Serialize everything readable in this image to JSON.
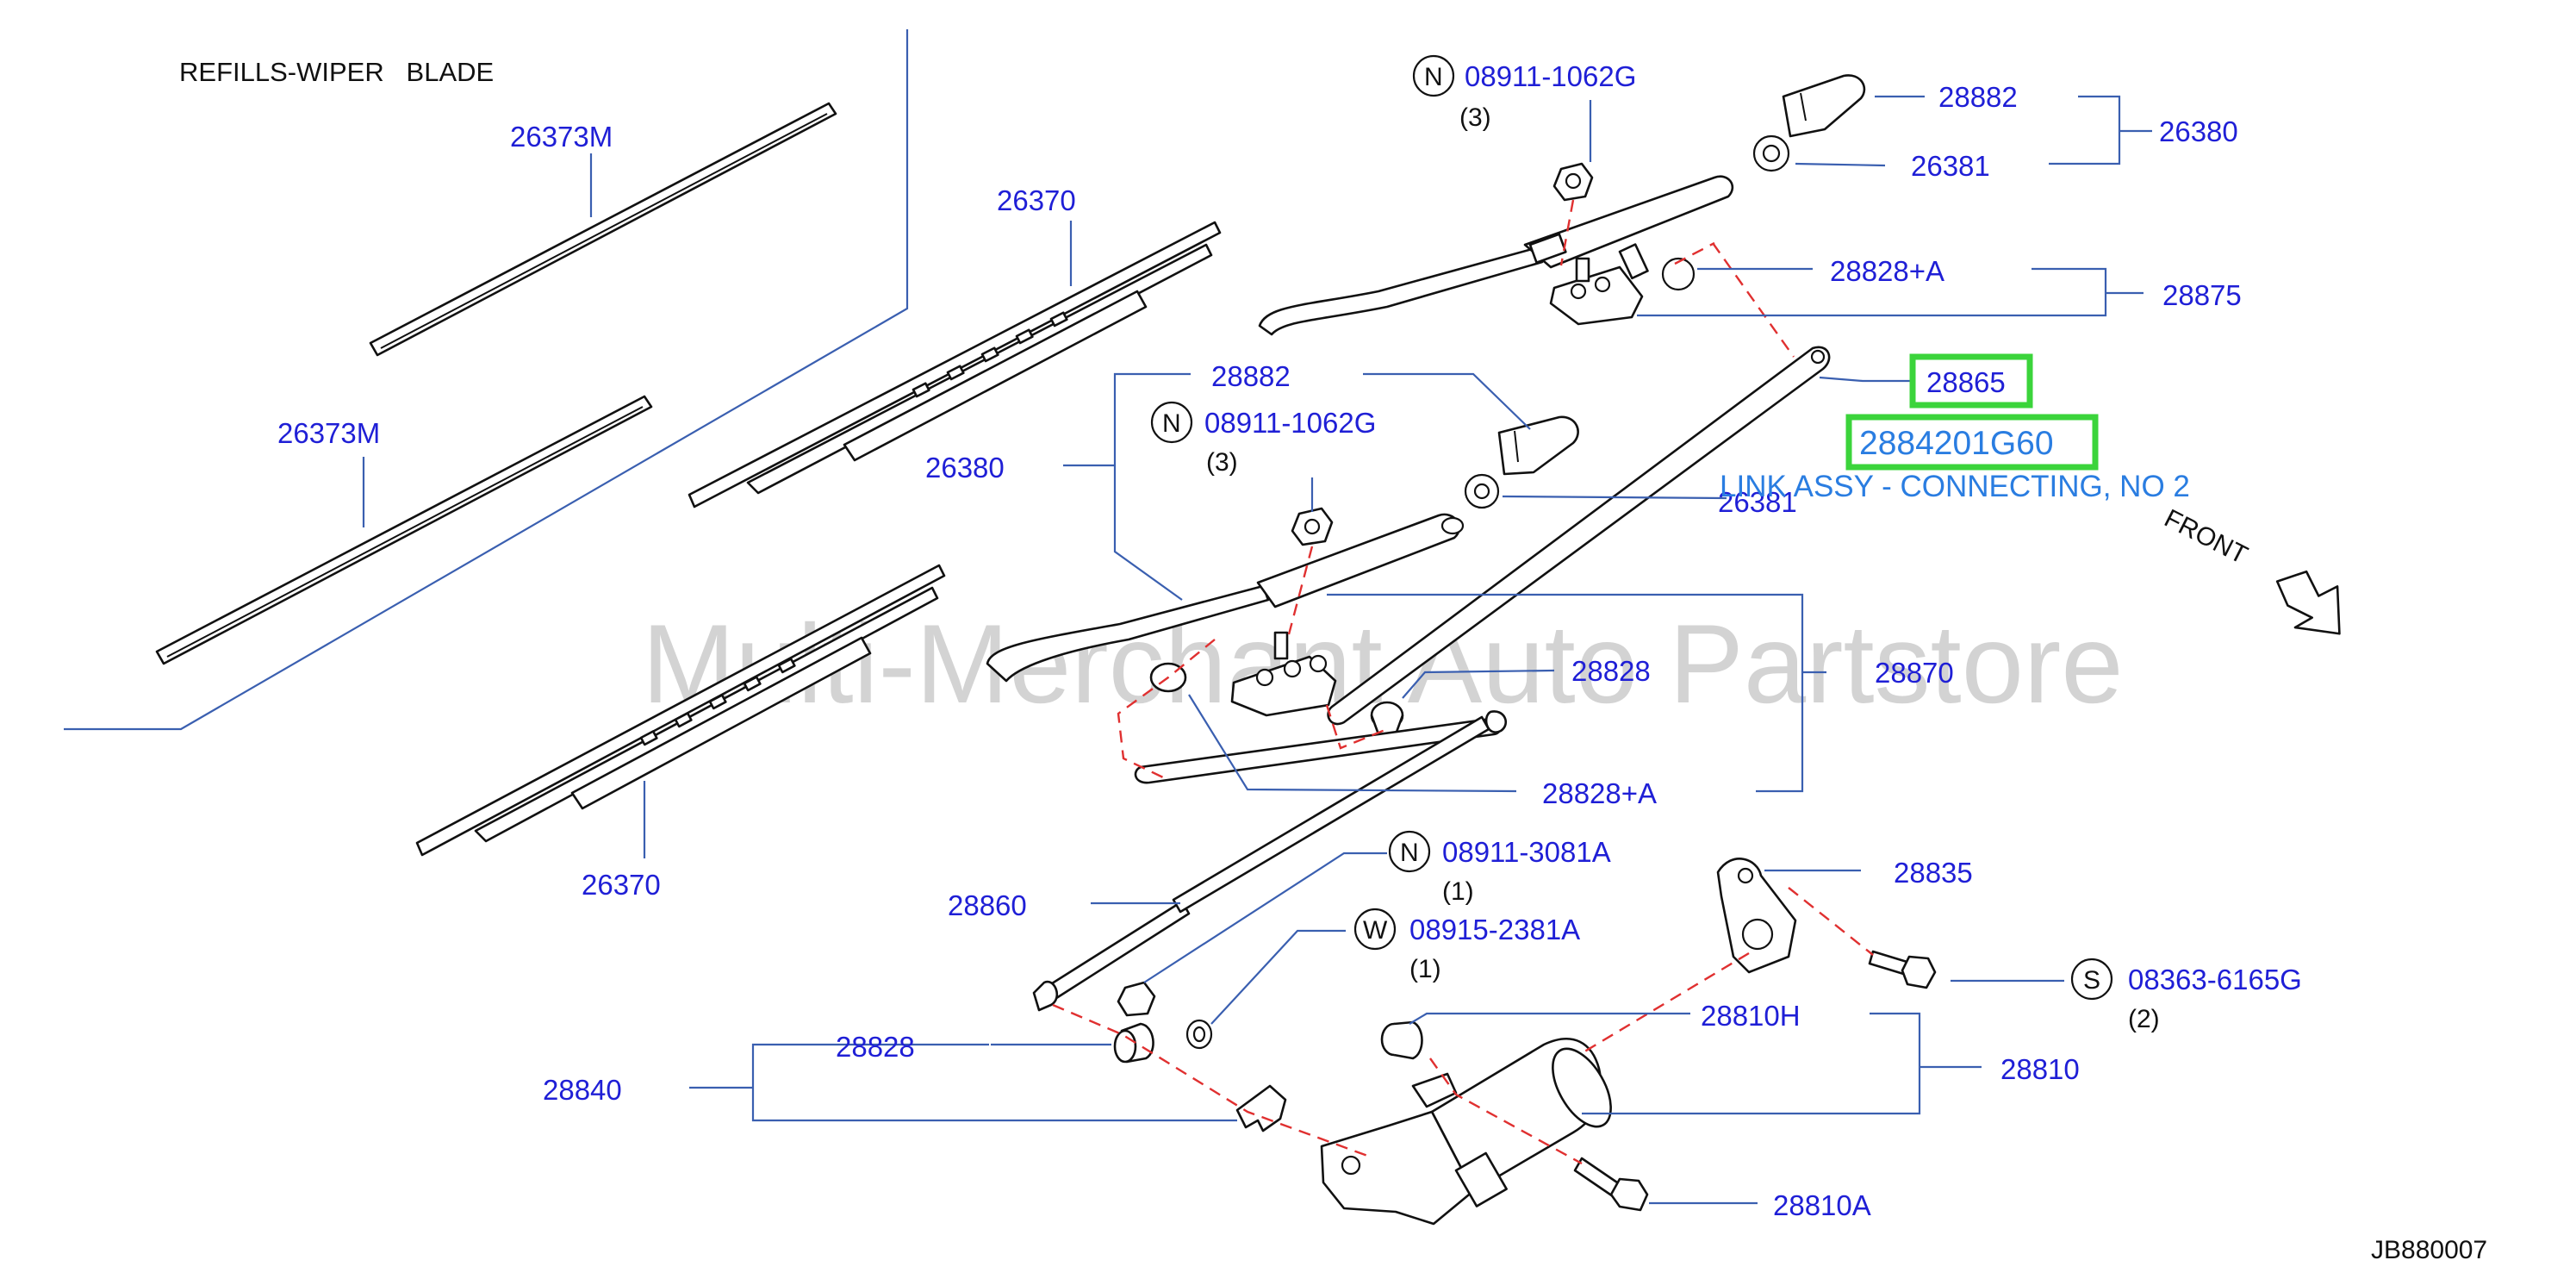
{
  "title": "REFILLS-WIPER   BLADE",
  "watermark": "Multi-Merchant Auto Partstore",
  "diagram_code": "JB880007",
  "front_label": "FRONT",
  "highlight": {
    "part": "28865",
    "part_number": "2884201G60",
    "description": "LINK ASSY - CONNECTING, NO 2"
  },
  "labels": {
    "r26373m_top": "26373M",
    "r26373m_mid": "26373M",
    "b26370_top": "26370",
    "b26370_bot": "26370",
    "p28882_top": "28882",
    "p26380_top": "26380",
    "p26381_top": "26381",
    "p28828a_top": "28828+A",
    "p28875": "28875",
    "p28882_mid": "28882",
    "p26380_mid": "26380",
    "p26381_mid": "26381",
    "p28828_mid": "28828",
    "p28870": "28870",
    "p28828a_mid": "28828+A",
    "p28860": "28860",
    "p28835": "28835",
    "p28828_low": "28828",
    "p28840": "28840",
    "p28810h": "28810H",
    "p28810": "28810",
    "p28810a": "28810A"
  },
  "hardware": [
    {
      "prefix": "N",
      "number": "08911-1062G",
      "qty": "(3)"
    },
    {
      "prefix": "N",
      "number": "08911-1062G",
      "qty": "(3)"
    },
    {
      "prefix": "N",
      "number": "08911-3081A",
      "qty": "(1)"
    },
    {
      "prefix": "W",
      "number": "08915-2381A",
      "qty": "(1)"
    },
    {
      "prefix": "S",
      "number": "08363-6165G",
      "qty": "(2)"
    }
  ]
}
